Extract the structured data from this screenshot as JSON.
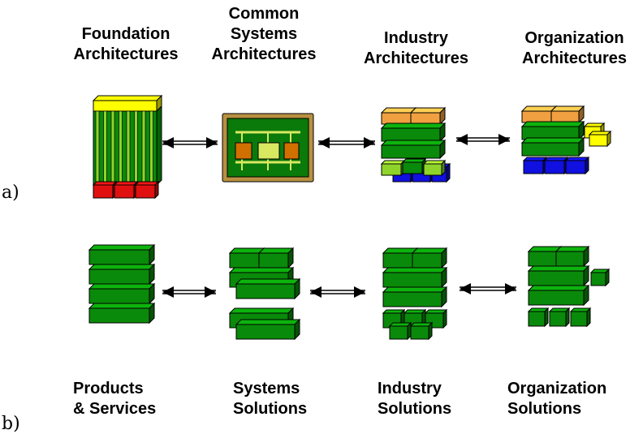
{
  "row_a": {
    "marker": "a)",
    "titles": [
      "Foundation\nArchitectures",
      "Common\nSystems\nArchitectures",
      "Industry\nArchitectures",
      "Organization\nArchitectures"
    ]
  },
  "row_b": {
    "marker": "b)",
    "titles": [
      "Products\n& Services",
      "Systems\nSolutions",
      "Industry\nSolutions",
      "Organization\nSolutions"
    ]
  },
  "colors": {
    "green": "#0a8a0a",
    "green_side": "#056005",
    "green_top": "#23b023",
    "light_green": "#8fd42a",
    "orange": "#f0a040",
    "yellow": "#ffff00",
    "red": "#e01010",
    "blue": "#1010e0",
    "board_frame": "#b89040",
    "chip_orange": "#d07000",
    "chip_yellow": "#d8e860"
  }
}
